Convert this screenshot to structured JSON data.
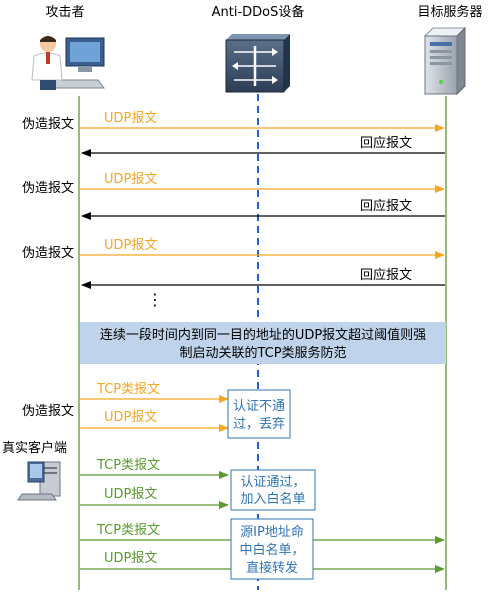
{
  "actors": {
    "attacker": "攻击者",
    "device": "Anti-DDoS设备",
    "server": "目标服务器",
    "real_client": "真实客户端"
  },
  "messages": {
    "forged": "伪造报文",
    "udp": "UDP报文",
    "tcp": "TCP类报文",
    "reply": "回应报文",
    "ellipsis": "⋮"
  },
  "policy_note": {
    "line1": "连续一段时间内到同一目的地址的UDP报文超过阈值则强",
    "line2": "制启动关联的TCP类服务防范"
  },
  "boxes": {
    "reject": [
      "认证不通",
      "过，丢弃"
    ],
    "pass": [
      "认证通过，",
      "加入白名单"
    ],
    "forward": [
      "源IP地址命",
      "中白名单，",
      "直接转发"
    ]
  },
  "colors": {
    "attack": "#f5a623",
    "legit": "#5a9a2e",
    "reply": "#000000",
    "device_line": "#1f5fd6",
    "note_bg": "#bfd4ea",
    "box_border": "#2e75b6"
  }
}
